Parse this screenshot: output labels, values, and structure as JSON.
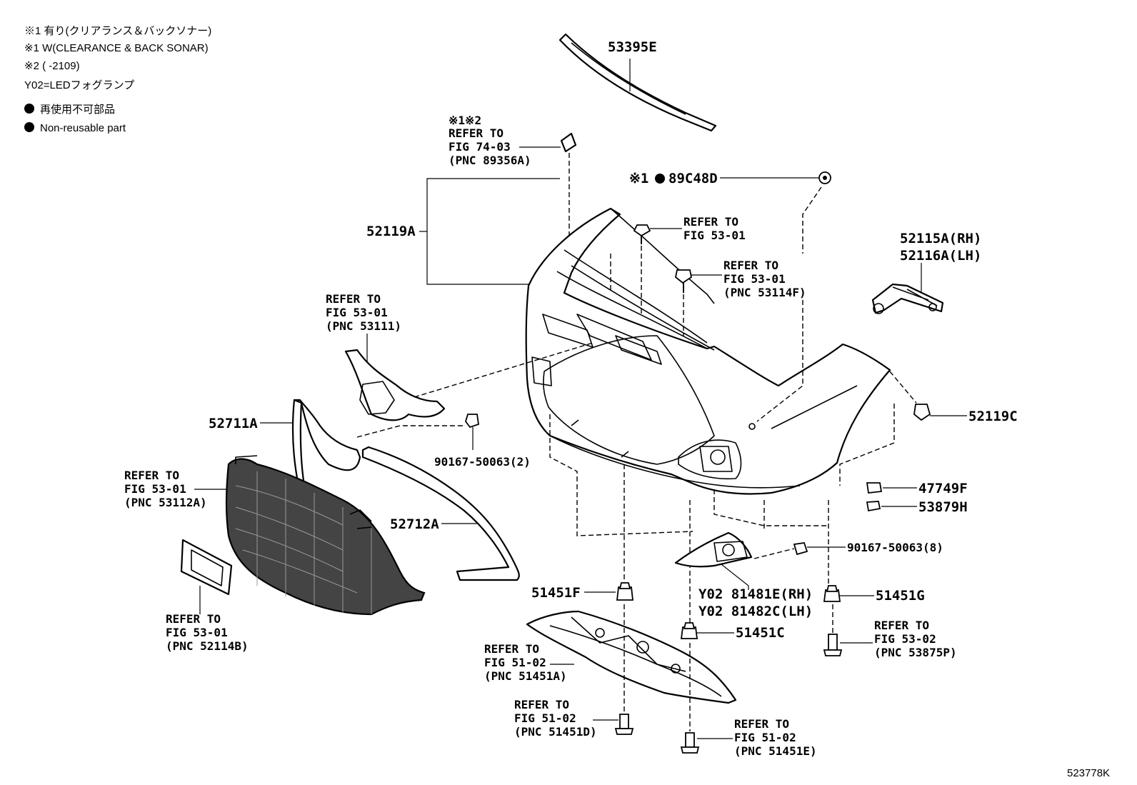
{
  "legend": {
    "line1": "※1  有り(クリアランス＆バックソナー)",
    "line2": "※1  W(CLEARANCE & BACK SONAR)",
    "line3": "※2  (       -2109)",
    "line4": "Y02=LEDフォグランプ",
    "line5": "再使用不可部品",
    "line6": "Non-reusable part"
  },
  "labels": {
    "p53395E": "53395E",
    "ref7403_mark": "※1※2",
    "ref7403_a": "REFER TO",
    "ref7403_b": "FIG 74-03",
    "ref7403_c": "(PNC 89356A)",
    "p89C48D_mark": "※1",
    "p89C48D": "89C48D",
    "p52119A": "52119A",
    "ref5301_top_a": "REFER TO",
    "ref5301_top_b": "FIG 53-01",
    "ref53114F_a": "REFER TO",
    "ref53114F_b": "FIG 53-01",
    "ref53114F_c": "(PNC 53114F)",
    "p52115A": "52115A(RH)",
    "p52116A": "52116A(LH)",
    "ref53111_a": "REFER TO",
    "ref53111_b": "FIG 53-01",
    "ref53111_c": "(PNC 53111)",
    "p52711A": "52711A",
    "p90167_2": "90167-50063(2)",
    "p52119C": "52119C",
    "ref53112A_a": "REFER TO",
    "ref53112A_b": "FIG 53-01",
    "ref53112A_c": "(PNC 53112A)",
    "p47749F": "47749F",
    "p53879H": "53879H",
    "p52712A": "52712A",
    "p90167_8": "90167-50063(8)",
    "p81481E": "Y02 81481E(RH)",
    "p81482C": "Y02 81482C(LH)",
    "p51451F": "51451F",
    "p51451G": "51451G",
    "ref52114B_a": "REFER TO",
    "ref52114B_b": "FIG 53-01",
    "ref52114B_c": "(PNC 52114B)",
    "p51451C": "51451C",
    "ref53875P_a": "REFER TO",
    "ref53875P_b": "FIG 53-02",
    "ref53875P_c": "(PNC 53875P)",
    "ref51451A_a": "REFER TO",
    "ref51451A_b": "FIG 51-02",
    "ref51451A_c": "(PNC 51451A)",
    "ref51451D_a": "REFER TO",
    "ref51451D_b": "FIG 51-02",
    "ref51451D_c": "(PNC 51451D)",
    "ref51451E_a": "REFER TO",
    "ref51451E_b": "FIG 51-02",
    "ref51451E_c": "(PNC 51451E)",
    "code": "523778K"
  }
}
